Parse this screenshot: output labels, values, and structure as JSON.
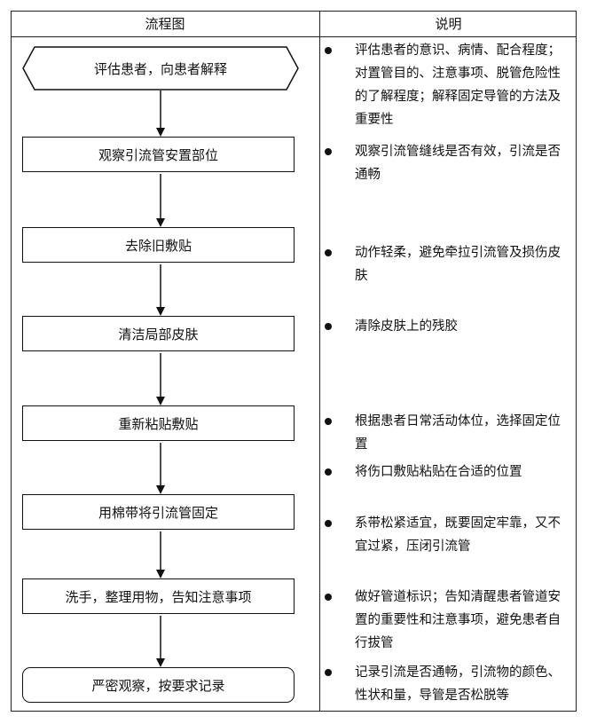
{
  "table": {
    "header_left": "流程图",
    "header_right": "说明"
  },
  "flow_steps": [
    "评估患者，向患者解释",
    "观察引流管安置部位",
    "去除旧敷贴",
    "清洁局部皮肤",
    "重新粘贴敷贴",
    "用棉带将引流管固定",
    "洗手，整理用物，告知注意事项",
    "严密观察，按要求记录"
  ],
  "notes": [
    "评估患者的意识、病情、配合程度；对置管目的、注意事项、脱管危险性的了解程度；解释固定导管的方法及重要性",
    "观察引流管缝线是否有效，引流是否通畅",
    "动作轻柔，避免牵拉引流管及损伤皮肤",
    "清除皮肤上的残胶",
    "根据患者日常活动体位，选择固定位置",
    "将伤口敷贴粘贴在合适的位置",
    "系带松紧适宜，既要固定牢靠，又不宜过紧，压闭引流管",
    "做好管道标识；告知清醒患者管道安置的重要性和注意事项，避免患者自行拔管",
    "记录引流是否通畅，引流物的颜色、性状和量，导管是否松脱等"
  ]
}
